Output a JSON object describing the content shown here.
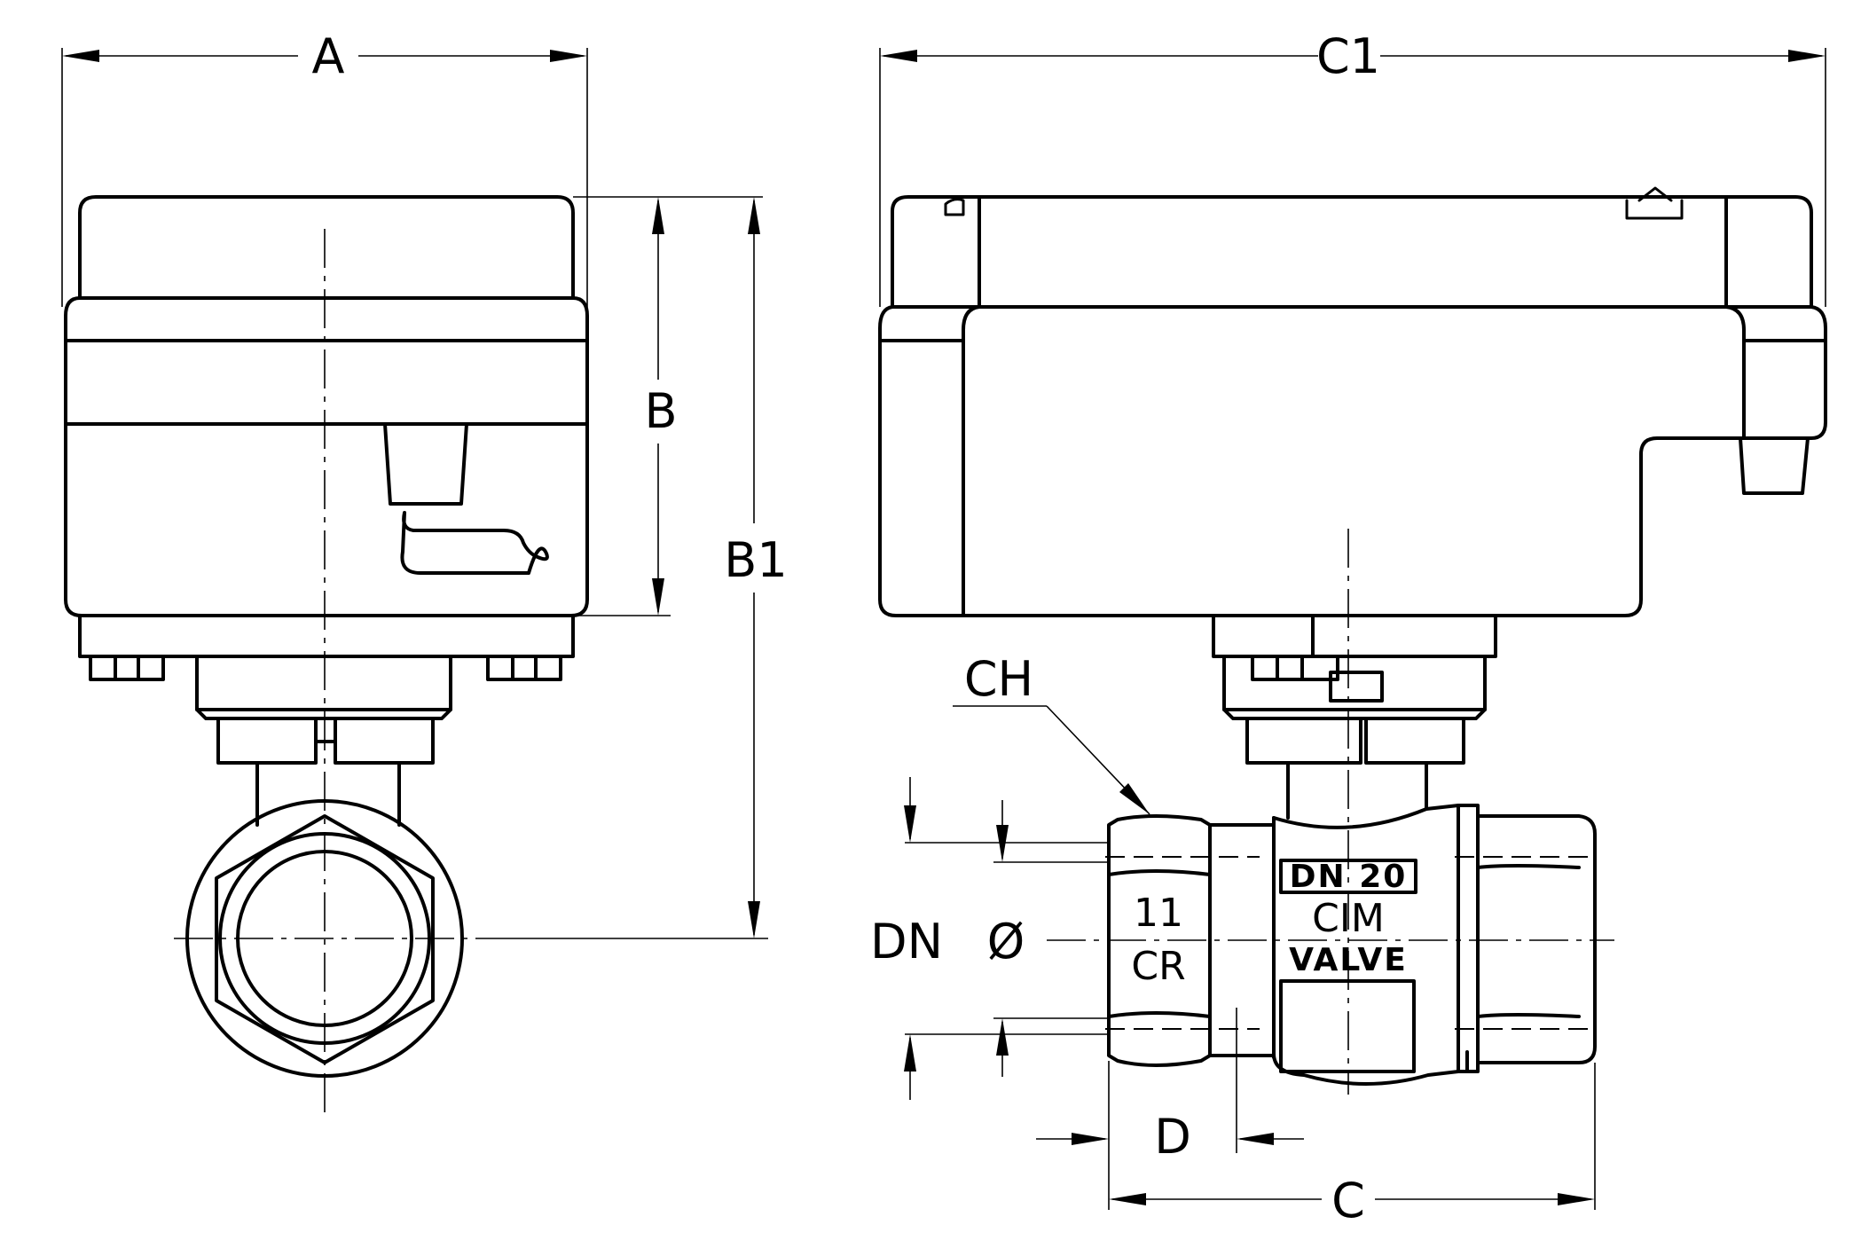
{
  "dimensions": {
    "a": "A",
    "b": "B",
    "b1": "B1",
    "c": "C",
    "c1": "C1",
    "d": "D",
    "ch": "CH",
    "dn": "DN",
    "diameter": "Ø"
  },
  "valve_markings": {
    "size": "DN 20",
    "brand": "CIM",
    "type": "VALVE",
    "model_number": "11",
    "cr_mark": "CR"
  }
}
